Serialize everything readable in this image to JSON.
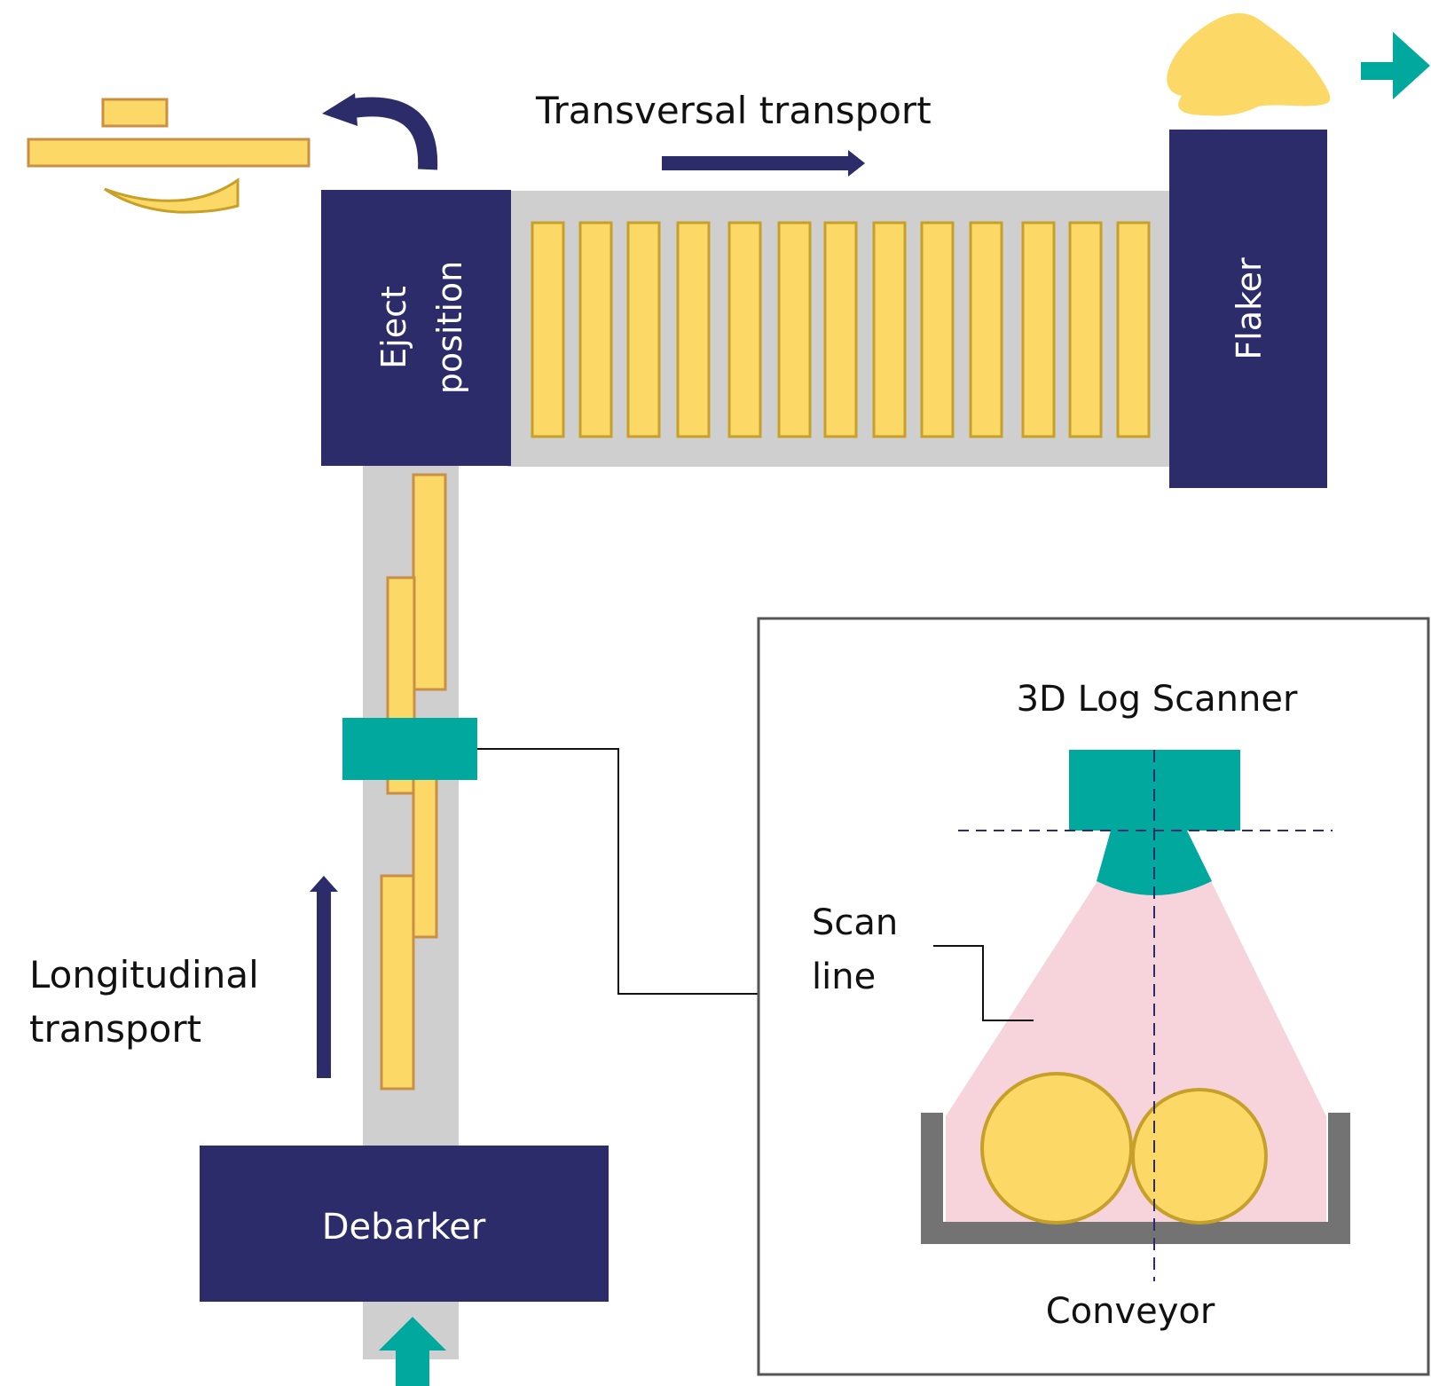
{
  "labels": {
    "transversal_transport": "Transversal transport",
    "eject_line1": "Eject",
    "eject_line2": "position",
    "flaker": "Flaker",
    "longitudinal_line1": "Longitudinal",
    "longitudinal_line2": "transport",
    "debarker": "Debarker",
    "scanner": "3D Log Scanner",
    "scan_line1": "Scan",
    "scan_line2": "line",
    "conveyor": "Conveyor"
  },
  "colors": {
    "navy": "#2b2c69",
    "teal": "#00a89d",
    "log_fill": "#fcd966",
    "log_stroke": "#c7a02a",
    "log_stroke_long": "#c88f45",
    "belt_gray": "#cfcfcf",
    "beam_pink": "#f7d3dc",
    "tray_gray": "#737373",
    "frame_gray": "#555555"
  }
}
